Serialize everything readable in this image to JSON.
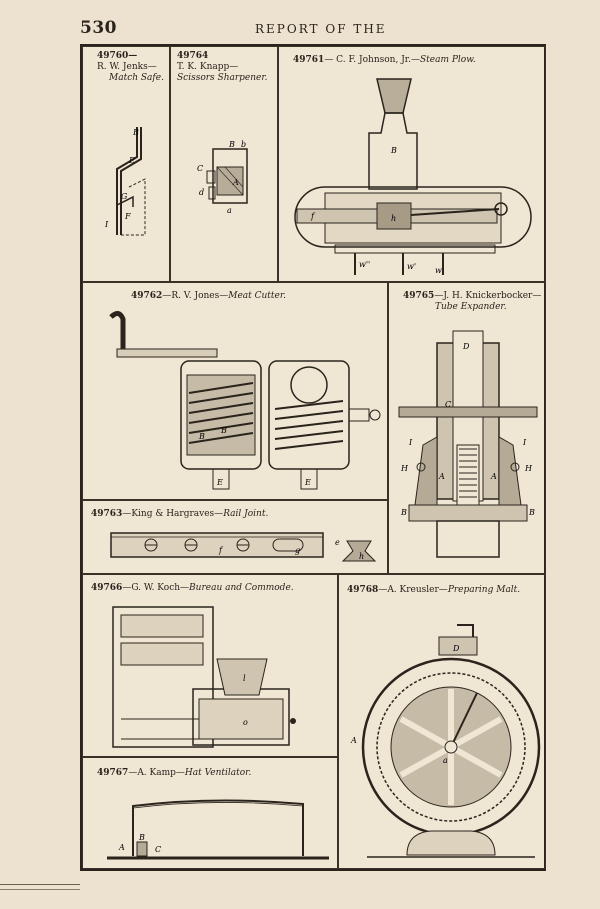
{
  "header": {
    "page_number": "530",
    "running_head": "REPORT OF THE"
  },
  "patents": [
    {
      "number": "49760—",
      "inventor": "R. W. Jenks—",
      "title": "Match Safe."
    },
    {
      "number": "49764",
      "inventor": "T. K. Knapp—",
      "title": "Scissors Sharpener."
    },
    {
      "number": "49761",
      "inventor": "— C. F. Johnson, Jr.—",
      "title": "Steam Plow."
    },
    {
      "number": "49762",
      "inventor": "—R. V. Jones—",
      "title": "Meat Cutter."
    },
    {
      "number": "49765",
      "inventor": "—J. H. Knickerbocker—",
      "title": "Tube Expander."
    },
    {
      "number": "49763",
      "inventor": "—King & Hargraves—",
      "title": "Rail Joint."
    },
    {
      "number": "49766",
      "inventor": "—G. W. Koch—",
      "title": "Bureau and Commode."
    },
    {
      "number": "49768",
      "inventor": "—A. Kreusler—",
      "title": "Preparing Malt."
    },
    {
      "number": "49767",
      "inventor": "—A. Kamp—",
      "title": "Hat Ventilator."
    }
  ],
  "figure_labels": {
    "match_safe": [
      "B",
      "E",
      "G",
      "F",
      "I"
    ],
    "scissors": [
      "B",
      "b",
      "C",
      "d",
      "A",
      "a"
    ],
    "steam_plow": [
      "B",
      "f",
      "h",
      "w",
      "w'",
      "w''"
    ],
    "meat_cutter": [
      "B",
      "B",
      "E",
      "E"
    ],
    "tube_expander": [
      "D",
      "C",
      "I",
      "I",
      "H",
      "H",
      "A",
      "A",
      "B",
      "B"
    ],
    "rail_joint": [
      "f",
      "g",
      "e",
      "h"
    ],
    "bureau": [
      "l",
      "o"
    ],
    "malt": [
      "D",
      "A",
      "a"
    ],
    "hat": [
      "A",
      "B",
      "C"
    ]
  }
}
